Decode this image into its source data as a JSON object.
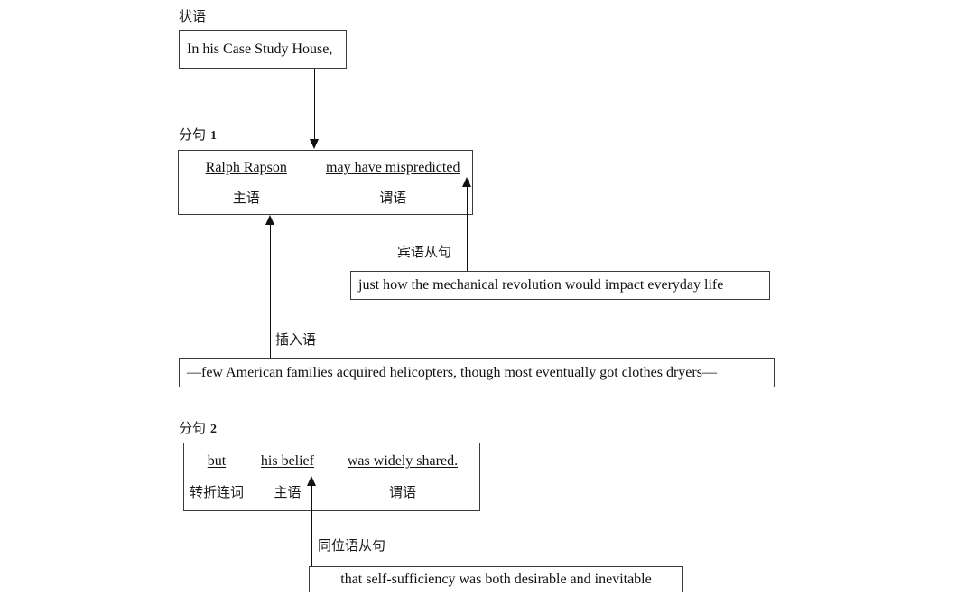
{
  "document": {
    "kind": "sentence-structure-diagram",
    "language": "zh-CN + en"
  },
  "sections": {
    "adverbial_label": "状语",
    "clause1_label": "分句",
    "clause1_number": "1",
    "clause2_label": "分句",
    "clause2_number": "2"
  },
  "boxes": {
    "adverbial": {
      "text": "In his Case Study House,"
    },
    "clause1": {
      "subject_en": "Ralph Rapson",
      "subject_cn": "主语",
      "predicate_en": "may have mispredicted",
      "predicate_cn": "谓语"
    },
    "object_clause": {
      "text": "just how the mechanical revolution would impact everyday life"
    },
    "parenthetical": {
      "text": "—few American families acquired helicopters, though most eventually got clothes dryers—"
    },
    "clause2": {
      "conjunction_en": "but",
      "conjunction_cn": "转折连词",
      "subject_en": "his belief",
      "subject_cn": "主语",
      "predicate_en": "was widely shared.",
      "predicate_cn": "谓语"
    },
    "appositive_clause": {
      "text": "that self-sufficiency was both desirable and inevitable"
    }
  },
  "connectors": {
    "object_clause_label": "宾语从句",
    "parenthetical_label": "插入语",
    "appositive_label": "同位语从句"
  },
  "colors": {
    "ink": "#101010",
    "border": "#3a3a3a",
    "line": "#111111",
    "background": "#ffffff"
  }
}
